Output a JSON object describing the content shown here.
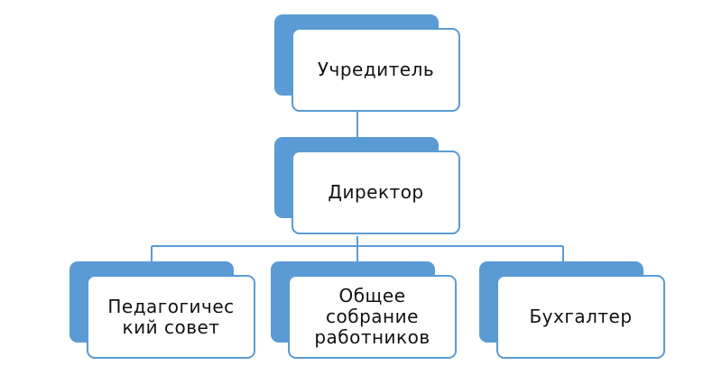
{
  "diagram": {
    "type": "org-chart",
    "colors": {
      "block": "#5b9bd5",
      "connector": "#5b9bd5",
      "box_fill": "#ffffff",
      "text": "#111111"
    },
    "nodes": {
      "founder": {
        "label": "Учредитель"
      },
      "director": {
        "label": "Директор"
      },
      "pedagogical_council": {
        "label": "Педагогичес\nкий совет"
      },
      "general_meeting": {
        "label": "Общее\nсобрание\nработников"
      },
      "accountant": {
        "label": "Бухгалтер"
      }
    },
    "edges": [
      {
        "from": "founder",
        "to": "director"
      },
      {
        "from": "director",
        "to": "pedagogical_council"
      },
      {
        "from": "director",
        "to": "general_meeting"
      },
      {
        "from": "director",
        "to": "accountant"
      }
    ]
  }
}
